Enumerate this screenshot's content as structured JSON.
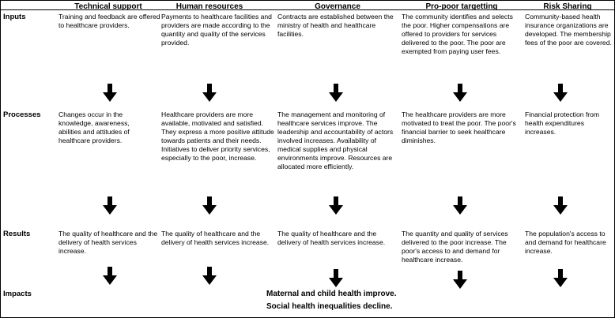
{
  "columns": [
    "Technical support",
    "Human resources",
    "Governance",
    "Pro-poor targetting",
    "Risk Sharing"
  ],
  "rows": {
    "inputs": "Inputs",
    "processes": "Processes",
    "results": "Results",
    "impacts": "Impacts"
  },
  "inputs": [
    "Training and feedback are offered to healthcare providers.",
    "Payments to healthcare facilities and providers are made according to the quantity and quality of the services provided.",
    "Contracts are established between the ministry of health and healthcare facilities.",
    "The community identifies and selects the poor. Higher compensations are offered to providers for services delivered to the poor. The poor are exempted from paying user fees.",
    "Community-based health insurance organizations are developed. The membership fees of the poor are covered."
  ],
  "processes": [
    "Changes occur in the knowledge, awareness, abilities and attitudes of healthcare providers.",
    "Healthcare providers are more available, motivated and satisfied. They express a more positive attitude towards patients and their needs. Initiatives to deliver priority services, especially to the poor, increase.",
    "The management and monitoring of healthcare services improve. The leadership and accountability of actors involved increases. Availability of medical supplies  and physical environments improve. Resources are allocated more efficiently.",
    "The healthcare providers are more motivated to treat the poor. The poor's financial barrier to seek healthcare diminishes.",
    "Financial protection from health expenditures increases."
  ],
  "results": [
    "The quality of healthcare and the delivery of health services increase.",
    "The quality of healthcare and the delivery of health services increase.",
    "The quality of healthcare and the delivery of health services increase.",
    "The quantity and quality of services delivered to the poor increase. The poor's access to and demand for healthcare increase.",
    "The population's access to and demand for healthcare increase."
  ],
  "impacts": [
    "Maternal and child health improve.",
    "Social health inequalities decline."
  ],
  "colors": {
    "text": "#000000",
    "arrow": "#000000",
    "background": "#ffffff"
  },
  "icons": {
    "arrow": "down-arrow-icon"
  }
}
